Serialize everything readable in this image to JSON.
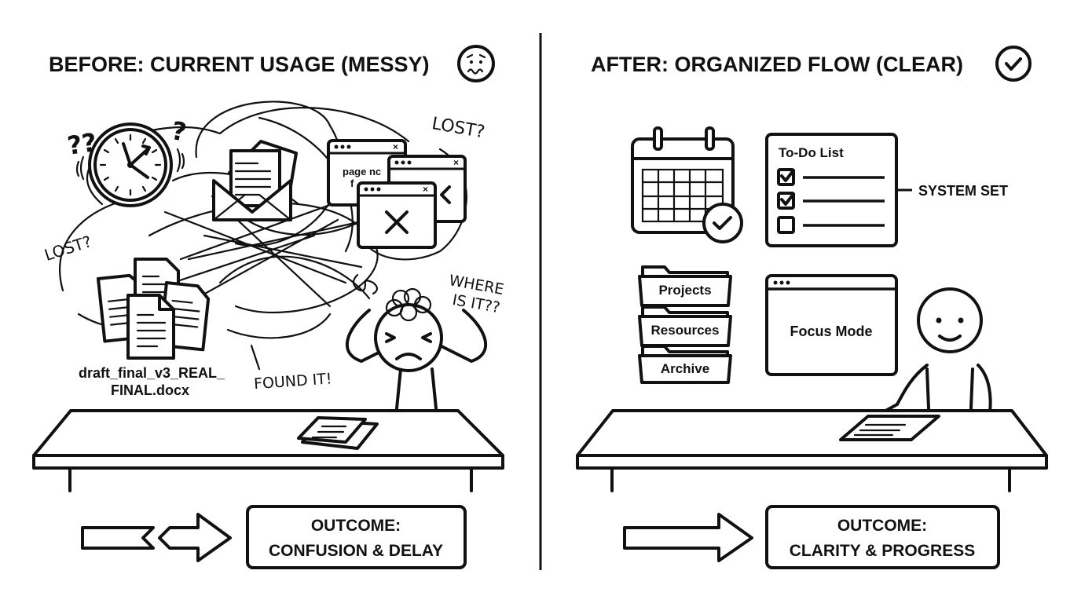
{
  "colors": {
    "ink": "#111111",
    "background": "#ffffff"
  },
  "before": {
    "title": "BEFORE: CURRENT USAGE (MESSY)",
    "title_icon": "worried-face-icon",
    "labels": {
      "lost_top": "LOST?",
      "lost_left": "LOST?",
      "question_marks_left": "??",
      "question_mark_right": "?",
      "where_is_it_line1": "WHERE",
      "where_is_it_line2": "IS IT??",
      "found_it": "FOUND IT!",
      "file_name_line1": "draft_final_v3_REAL_",
      "file_name_line2": "FINAL.docx",
      "error_page_line1": "page nc",
      "error_page_line2": "f"
    },
    "outcome_line1": "OUTCOME:",
    "outcome_line2": "CONFUSION & DELAY"
  },
  "after": {
    "title": "AFTER: ORGANIZED FLOW (CLEAR)",
    "title_icon": "check-circle-icon",
    "todo": {
      "title": "To-Do List",
      "items": [
        {
          "checked": true
        },
        {
          "checked": true
        },
        {
          "checked": false
        }
      ]
    },
    "system_set_label": "SYSTEM SET",
    "folders": [
      "Projects",
      "Resources",
      "Archive"
    ],
    "focus_window_label": "Focus Mode",
    "outcome_line1": "OUTCOME:",
    "outcome_line2": "CLARITY & PROGRESS"
  }
}
